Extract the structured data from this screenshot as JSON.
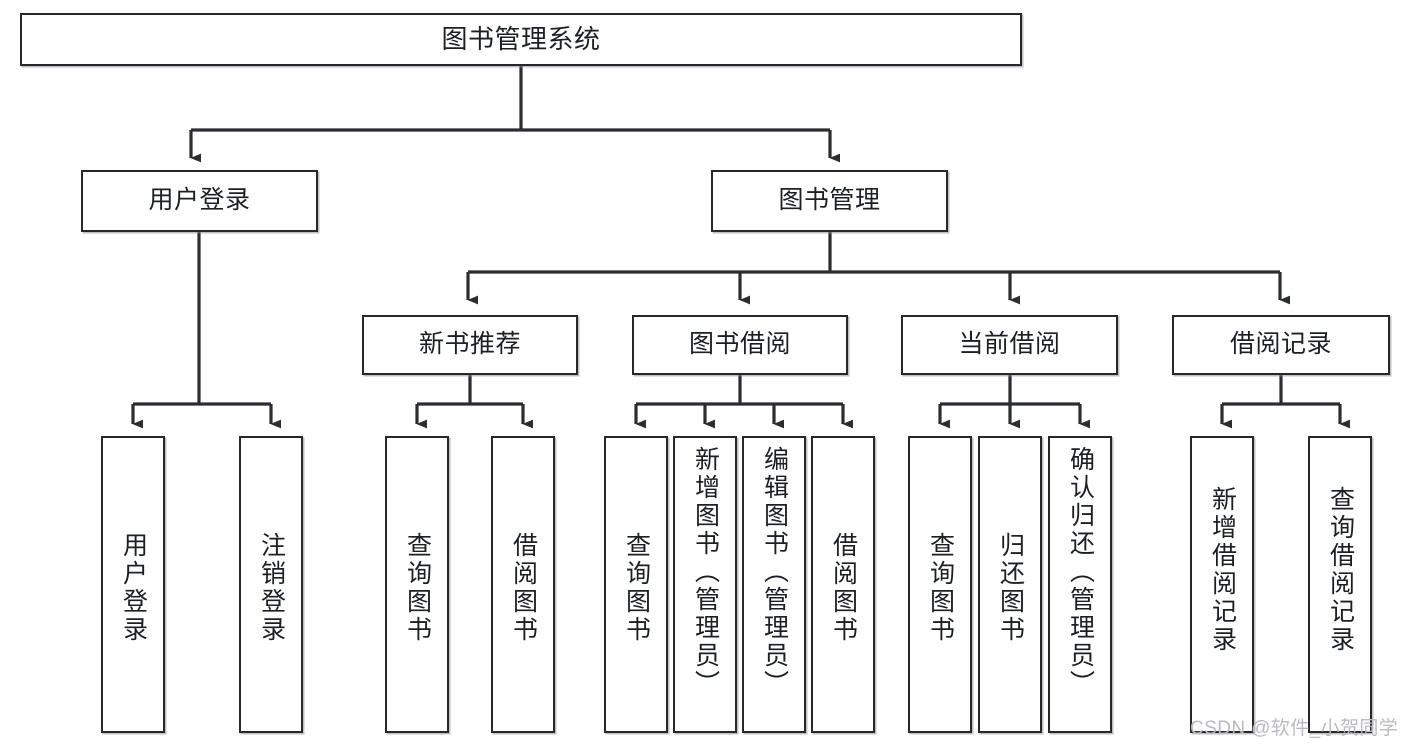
{
  "diagram": {
    "type": "tree-hierarchy-chart",
    "title": "图书管理系统",
    "root": {
      "label": "图书管理系统"
    },
    "level2": [
      {
        "label": "用户登录"
      },
      {
        "label": "图书管理"
      }
    ],
    "level3": [
      {
        "label": "新书推荐"
      },
      {
        "label": "图书借阅"
      },
      {
        "label": "当前借阅"
      },
      {
        "label": "借阅记录"
      }
    ],
    "leaves": {
      "user_login": [
        {
          "label": "用户登录"
        },
        {
          "label": "注销登录"
        }
      ],
      "new_book_recommend": [
        {
          "label": "查询图书"
        },
        {
          "label": "借阅图书"
        }
      ],
      "book_borrow": [
        {
          "label": "查询图书"
        },
        {
          "label": "新增图书（管理员）"
        },
        {
          "label": "编辑图书（管理员）"
        },
        {
          "label": "借阅图书"
        }
      ],
      "current_borrow": [
        {
          "label": "查询图书"
        },
        {
          "label": "归还图书"
        },
        {
          "label": "确认归还（管理员）"
        }
      ],
      "borrow_record": [
        {
          "label": "新增借阅记录"
        },
        {
          "label": "查询借阅记录"
        }
      ]
    },
    "watermark": "CSDN @软件_小贺同学",
    "colors": {
      "background": "#ffffff",
      "box_border": "#26282b",
      "box_fill": "#ffffff",
      "text": "#1c1f23",
      "connector": "#2b2d30",
      "watermark": "#b9bbbe"
    }
  }
}
